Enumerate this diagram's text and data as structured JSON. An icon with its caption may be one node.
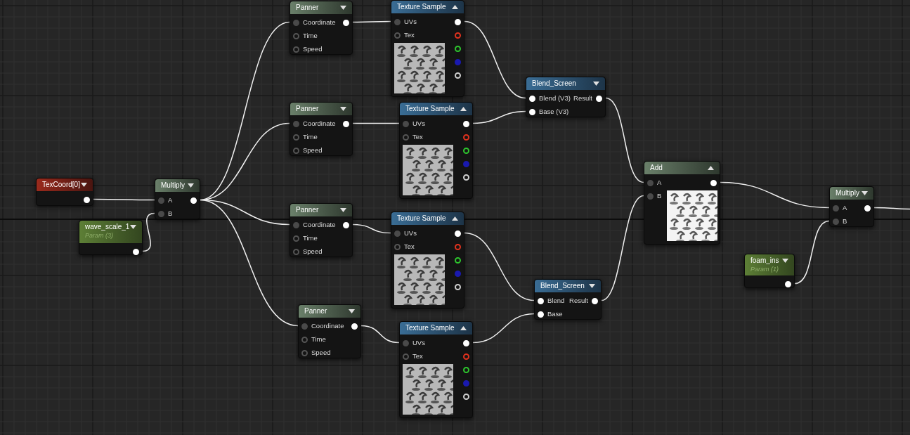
{
  "diagram": {
    "nodes": [
      {
        "text": [
          "TexCoord[0]"
        ]
      },
      {
        "text": [
          "wave_scale_1",
          "Param (3)"
        ]
      },
      {
        "text": [
          "Multiply",
          "A",
          "B"
        ]
      },
      {
        "text": [
          "Panner",
          "Coordinate",
          "Time",
          "Speed"
        ]
      },
      {
        "text": [
          "Texture Sample",
          "UVs",
          "Tex"
        ]
      },
      {
        "text": [
          "Panner",
          "Coordinate",
          "Time",
          "Speed"
        ]
      },
      {
        "text": [
          "Texture Sample",
          "UVs",
          "Tex"
        ]
      },
      {
        "text": [
          "Panner",
          "Coordinate",
          "Time",
          "Speed"
        ]
      },
      {
        "text": [
          "Texture Sample",
          "UVs",
          "Tex"
        ]
      },
      {
        "text": [
          "Panner",
          "Coordinate",
          "Time",
          "Speed"
        ]
      },
      {
        "text": [
          "Texture Sample",
          "UVs",
          "Tex"
        ]
      },
      {
        "text": [
          "Blend_Screen",
          "Blend (V3)",
          "Result",
          "Base (V3)"
        ]
      },
      {
        "text": [
          "Blend_Screen",
          "Blend",
          "Result",
          "Base"
        ]
      },
      {
        "text": [
          "Add",
          "A",
          "B"
        ]
      },
      {
        "text": [
          "foam_ins",
          "Param (1)"
        ]
      },
      {
        "text": [
          "Multiply",
          "A",
          "B"
        ]
      }
    ],
    "edges": [
      {
        "from": 0,
        "to": 2,
        "arrow": "none"
      },
      {
        "from": 1,
        "to": 2,
        "arrow": "none"
      },
      {
        "from": 2,
        "to": 3,
        "arrow": "none"
      },
      {
        "from": 2,
        "to": 5,
        "arrow": "none"
      },
      {
        "from": 2,
        "to": 7,
        "arrow": "none"
      },
      {
        "from": 2,
        "to": 9,
        "arrow": "none"
      },
      {
        "from": 3,
        "to": 4,
        "arrow": "none"
      },
      {
        "from": 5,
        "to": 6,
        "arrow": "none"
      },
      {
        "from": 7,
        "to": 8,
        "arrow": "none"
      },
      {
        "from": 9,
        "to": 10,
        "arrow": "none"
      },
      {
        "from": 4,
        "to": 11,
        "arrow": "none"
      },
      {
        "from": 6,
        "to": 11,
        "arrow": "none"
      },
      {
        "from": 8,
        "to": 12,
        "arrow": "none"
      },
      {
        "from": 10,
        "to": 12,
        "arrow": "none"
      },
      {
        "from": 11,
        "to": 13,
        "arrow": "none"
      },
      {
        "from": 12,
        "to": 13,
        "arrow": "none"
      },
      {
        "from": 13,
        "to": 15,
        "arrow": "none"
      },
      {
        "from": 14,
        "to": 15,
        "arrow": "none"
      },
      {
        "from": 15,
        "to": null,
        "arrow": "none"
      }
    ]
  }
}
